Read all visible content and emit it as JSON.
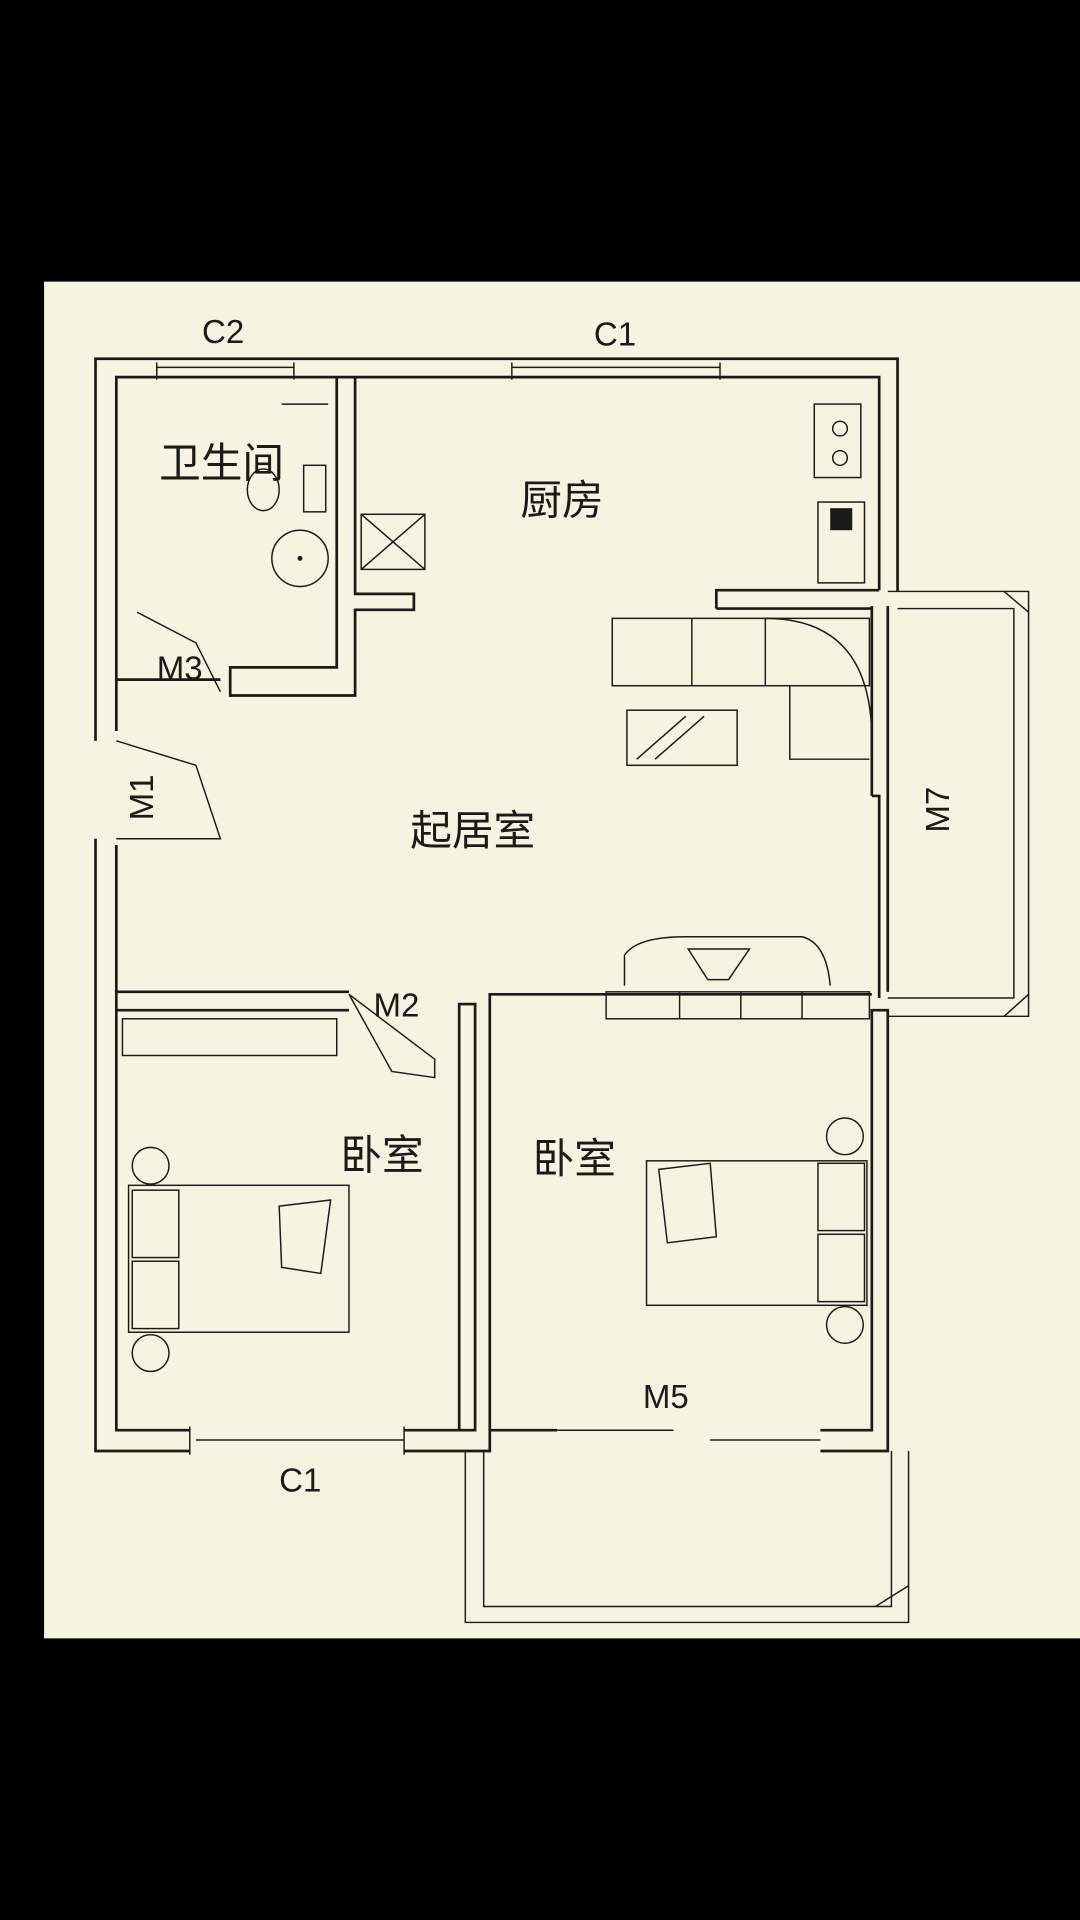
{
  "colors": {
    "background": "#000000",
    "paper": "#f6f3e0",
    "ink": "#1a1a1a"
  },
  "rooms": {
    "bathroom": "卫生间",
    "kitchen": "厨房",
    "living_room": "起居室",
    "bedroom_left": "卧室",
    "bedroom_right": "卧室"
  },
  "windows": {
    "c2_top": "C2",
    "c1_top": "C1",
    "c1_bottom": "C1"
  },
  "doors": {
    "m1": "M1",
    "m2": "M2",
    "m3": "M3",
    "m5": "M5",
    "m7": "M7"
  }
}
